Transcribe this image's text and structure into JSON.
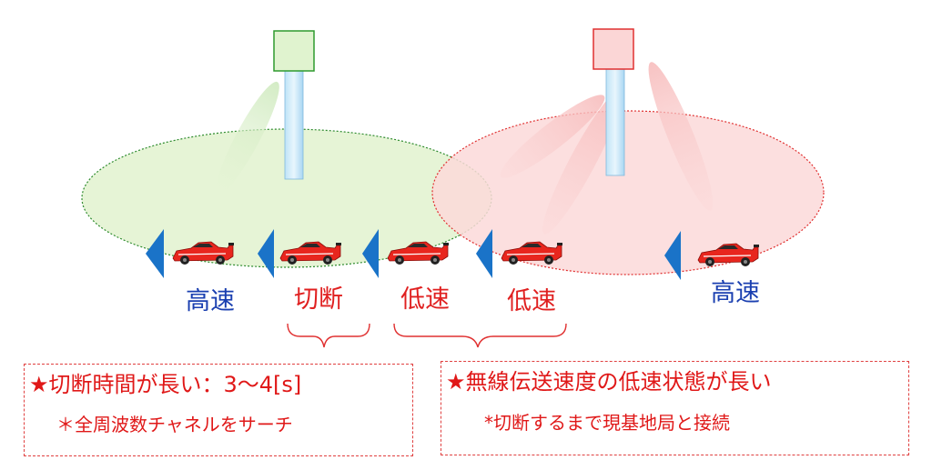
{
  "colors": {
    "cell_left_fill": "#e6f4d6",
    "cell_left_stroke": "#2e8b2e",
    "cell_right_fill": "#fbd9d9",
    "cell_right_stroke": "#e03030",
    "arrow": "#1a73c8",
    "label_blue": "#1a3fb0",
    "label_red": "#e02020"
  },
  "labels": {
    "high_speed_left": "高速",
    "disconnect": "切断",
    "low_speed_1": "低速",
    "low_speed_2": "低速",
    "high_speed_right": "高速"
  },
  "left_box": {
    "title": "★切断時間が長い：3～4[s]",
    "sub": "＊全周波数チャネルをサーチ"
  },
  "right_box": {
    "title": "★無線伝送速度の低速状態が長い",
    "sub": "*切断するまで現基地局と接続"
  },
  "icons": {
    "car": "race-car-icon",
    "arrow": "left-arrow-icon",
    "station": "base-station-icon"
  }
}
